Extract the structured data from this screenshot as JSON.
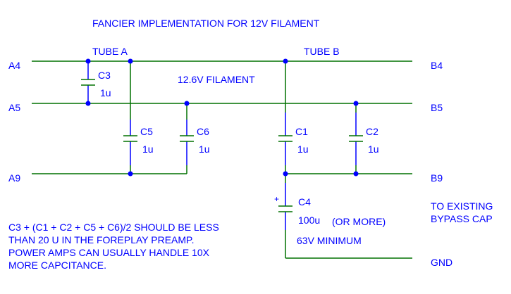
{
  "title": "FANCIER IMPLEMENTATION FOR 12V FILAMENT",
  "tubes": {
    "a": "TUBE A",
    "b": "TUBE B"
  },
  "filament_label": "12.6V FILAMENT",
  "pins": {
    "a4": "A4",
    "a5": "A5",
    "a9": "A9",
    "b4": "B4",
    "b5": "B5",
    "b9": "B9",
    "gnd": "GND"
  },
  "caps": {
    "c1": {
      "name": "C1",
      "value": "1u"
    },
    "c2": {
      "name": "C2",
      "value": "1u"
    },
    "c3": {
      "name": "C3",
      "value": "1u"
    },
    "c4": {
      "name": "C4",
      "value": "100u",
      "polarity": "+",
      "note1": "(OR MORE)",
      "note2": "63V MINIMUM"
    },
    "c5": {
      "name": "C5",
      "value": "1u"
    },
    "c6": {
      "name": "C6",
      "value": "1u"
    }
  },
  "bypass_note": [
    "TO EXISTING",
    "BYPASS CAP"
  ],
  "notes": [
    "C3 + (C1 + C2 + C5 + C6)/2 SHOULD BE LESS",
    "THAN 20 U IN THE FOREPLAY PREAMP.",
    "POWER AMPS CAN USUALLY HANDLE 10X",
    "MORE CAPCITANCE."
  ],
  "colors": {
    "wire": "#007000",
    "text": "#0000ff"
  }
}
